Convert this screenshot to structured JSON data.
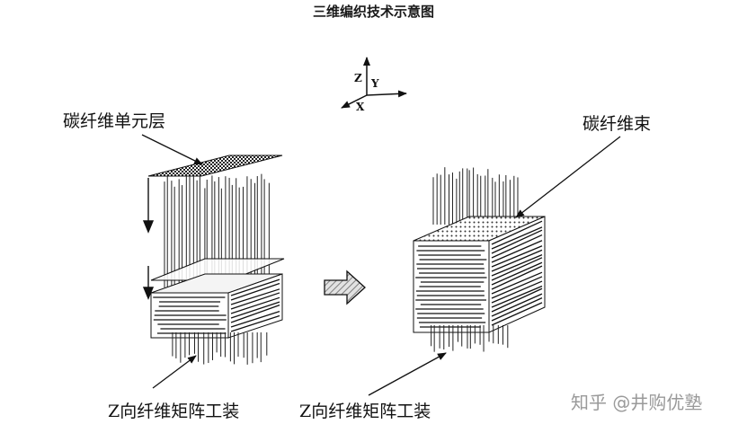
{
  "title": "三维编织技术示意图",
  "axes": {
    "z": "Z",
    "y": "Y",
    "x": "X"
  },
  "labels": {
    "unit_layer": "碳纤维单元层",
    "fiber_bundle": "碳纤维束",
    "z_fixture_left": "Z向纤维矩阵工装",
    "z_fixture_right": "Z向纤维矩阵工装"
  },
  "watermark": "知乎 @井购优塾",
  "colors": {
    "ink": "#111111",
    "arrow_fill": "#cfcfcf",
    "watermark": "#9a9a9a"
  }
}
